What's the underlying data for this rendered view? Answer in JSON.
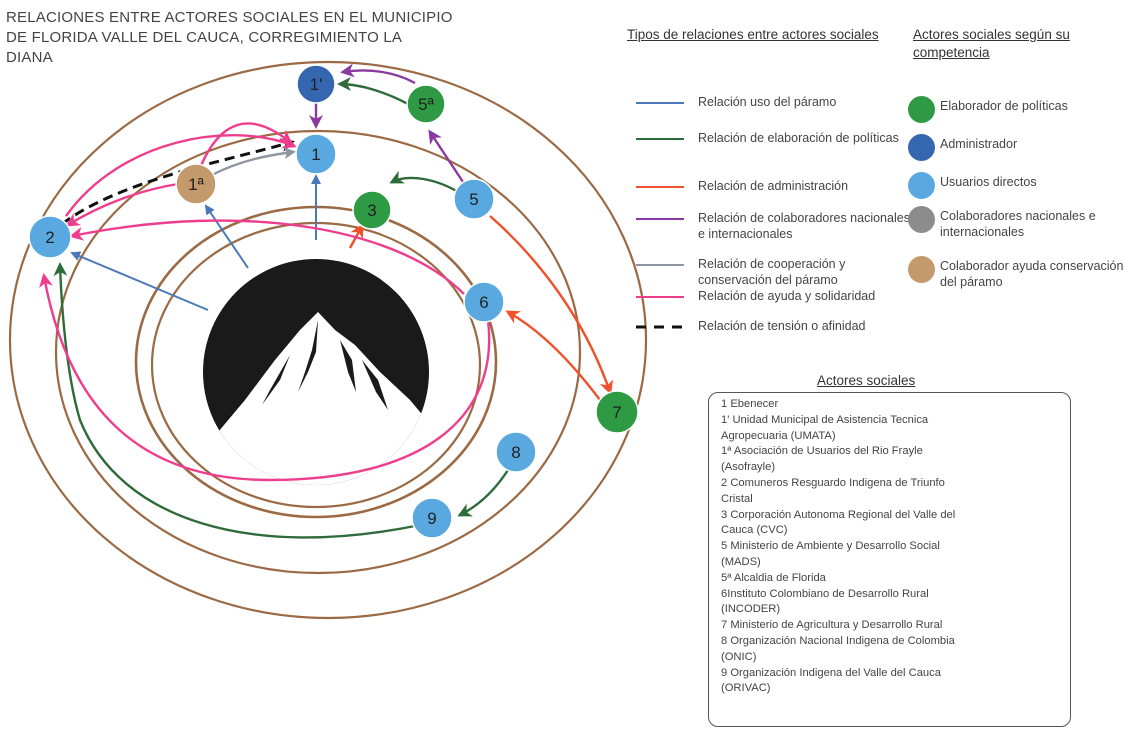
{
  "title_lines": [
    "RELACIONES ENTRE ACTORES SOCIALES EN EL MUNICIPIO",
    "DE FLORIDA VALLE DEL CAUCA, CORREGIMIENTO LA",
    "DIANA"
  ],
  "relations_legend": {
    "heading": "Tipos de relaciones entre actores sociales",
    "items": [
      {
        "label": "Relación uso del páramo",
        "color": "#4a78b8",
        "dashed": false
      },
      {
        "label": "Relación de elaboración de políticas",
        "color": "#2e6b3a",
        "dashed": false
      },
      {
        "label": "Relación de administración",
        "color": "#f0502a",
        "dashed": false
      },
      {
        "label": "Relación de colaboradores nacionales e internacionales",
        "color": "#8a3a9e",
        "dashed": false
      },
      {
        "label": "Relación de cooperación y conservación del páramo",
        "color": "#8f96a3",
        "dashed": false
      },
      {
        "label": "Relación de ayuda y solidaridad",
        "color": "#ef3d8d",
        "dashed": false
      },
      {
        "label": "Relación de tensión o afinidad",
        "color": "#111111",
        "dashed": true
      }
    ]
  },
  "competence_legend": {
    "heading": "Actores sociales según su competencia",
    "items": [
      {
        "label": "Elaborador de políticas",
        "color": "#2e9a44"
      },
      {
        "label": "Administrador",
        "color": "#3566b0"
      },
      {
        "label": "Usuarios directos",
        "color": "#59a9e0"
      },
      {
        "label": "Colaboradores nacionales e internacionales",
        "color": "#8c8c8c"
      },
      {
        "label": "Colaborador ayuda conservación del páramo",
        "color": "#c4996b"
      }
    ]
  },
  "nodes": [
    {
      "label": "1'",
      "color": "#3566b0"
    },
    {
      "label": "5ª",
      "color": "#2e9a44"
    },
    {
      "label": "1",
      "color": "#59a9e0"
    },
    {
      "label": "1ª",
      "color": "#c4996b"
    },
    {
      "label": "3",
      "color": "#2e9a44"
    },
    {
      "label": "5",
      "color": "#59a9e0"
    },
    {
      "label": "2",
      "color": "#59a9e0"
    },
    {
      "label": "6",
      "color": "#59a9e0"
    },
    {
      "label": "7",
      "color": "#2e9a44"
    },
    {
      "label": "8",
      "color": "#59a9e0"
    },
    {
      "label": "9",
      "color": "#59a9e0"
    }
  ],
  "actors": {
    "heading": "Actores sociales",
    "lines": [
      "1  Ebenecer",
      "1'  Unidad Municipal de Asistencia Tecnica",
      "Agropecuaria (UMATA)",
      "1ª Asociación de Usuarios del Rio Frayle",
      "(Asofrayle)",
      "2  Comuneros Resguardo Indigena de Triunfo",
      "Cristal",
      "3 Corporación Autonoma Regional del Valle del",
      "Cauca (CVC)",
      "5  Ministerio de Ambiente y Desarrollo Social",
      "(MADS)",
      "5ª Alcaldia de Florida",
      "6Instituto Colombiano de Desarrollo Rural",
      "(INCODER)",
      "7 Ministerio de Agricultura y Desarrollo Rural",
      "8  Organización Nacional Indigena de Colombia",
      "(ONIC)",
      "9 Organización Indigena del Valle del Cauca",
      "(ORIVAC)"
    ]
  },
  "colors": {
    "ring": "#9b6a44",
    "uso": "#4a78b8",
    "politicas": "#2e6b3a",
    "administracion": "#f0502a",
    "colaboradores": "#8a3a9e",
    "cooperacion": "#8f96a3",
    "ayuda": "#ef3d8d",
    "tension": "#111111"
  }
}
